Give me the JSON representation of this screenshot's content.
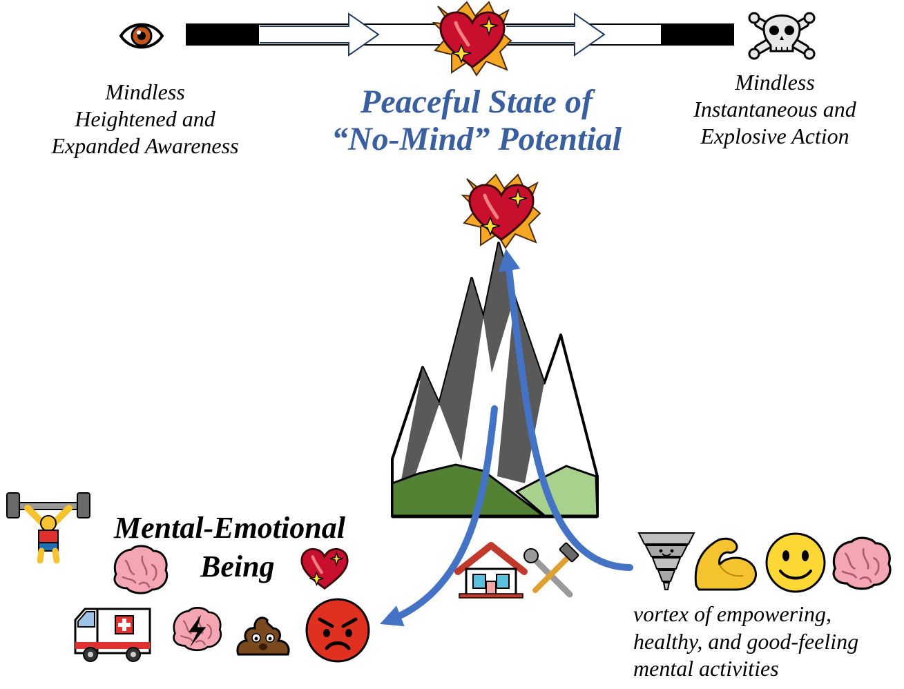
{
  "top_scale": {
    "left_caption": [
      "Mindless",
      "Heightened and",
      "Expanded Awareness"
    ],
    "center_title": [
      "Peaceful State of",
      "“No-Mind” Potential"
    ],
    "right_caption": [
      "Mindless",
      "Instantaneous and",
      "Explosive Action"
    ]
  },
  "being_label": [
    "Mental-Emotional",
    "Being"
  ],
  "vortex_caption": [
    "vortex of empowering,",
    "healthy, and good-feeling",
    "mental activities"
  ],
  "icons": {
    "top_left": "eye-icon",
    "top_center": "sparkling-heart-icon",
    "top_right": "skull-crossbones-icon",
    "peak": "sparkling-heart-icon",
    "weightlifter": "weightlifter-icon",
    "brain": "brain-icon",
    "ambulance": "ambulance-icon",
    "brain_lightning": "brain-lightning-icon",
    "poop": "poop-icon",
    "angry": "angry-face-icon",
    "house": "house-icon",
    "tools": "hammer-wrench-icon",
    "tornado": "tornado-icon",
    "muscle": "flexed-biceps-icon",
    "smile": "smiling-face-icon",
    "brain_right": "brain-icon"
  },
  "colors": {
    "title_blue": "#3a5fa0",
    "arrow_blue": "#4472c4",
    "heart_red": "#c8102e",
    "mountain_dark": "#595959",
    "hill_dark": "#548235",
    "hill_light": "#a9d18e"
  }
}
